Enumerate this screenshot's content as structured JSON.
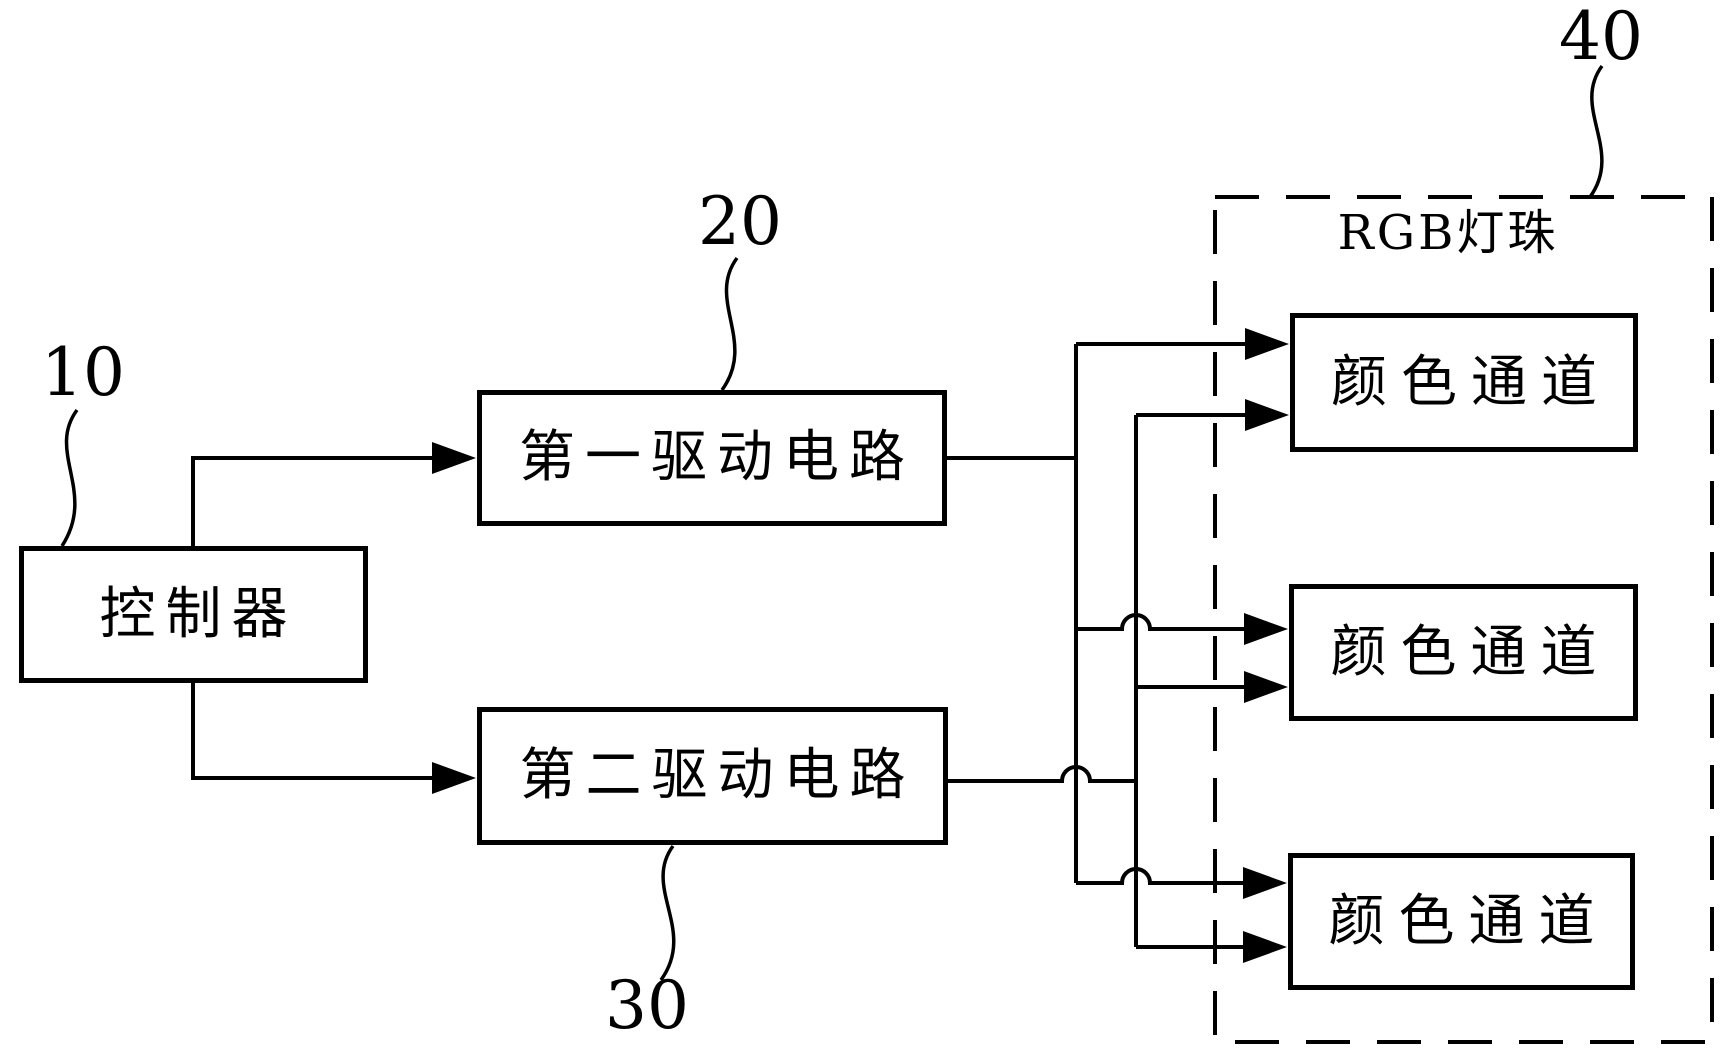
{
  "diagram": {
    "colors": {
      "background": "#ffffff",
      "line": "#000000"
    },
    "controller": {
      "label": "控制器",
      "ref": "10"
    },
    "driver1": {
      "label": "第一驱动电路",
      "ref": "20"
    },
    "driver2": {
      "label": "第二驱动电路",
      "ref": "30"
    },
    "led_group": {
      "label": "RGB灯珠",
      "ref": "40"
    },
    "channels": [
      {
        "label": "颜色通道"
      },
      {
        "label": "颜色通道"
      },
      {
        "label": "颜色通道"
      }
    ]
  }
}
